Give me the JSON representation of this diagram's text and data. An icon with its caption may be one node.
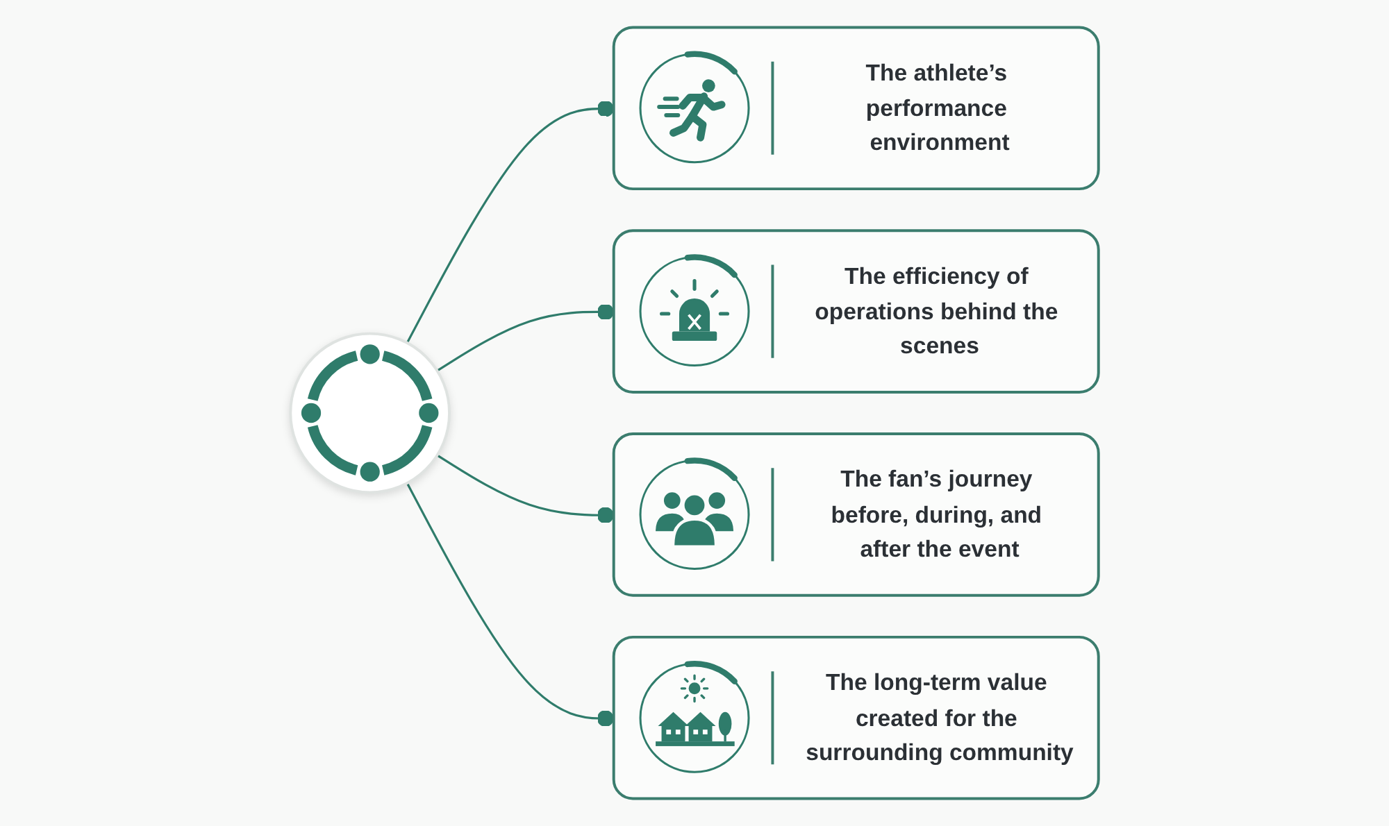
{
  "diagram": {
    "nodes": [
      {
        "text": [
          "The athlete’s performance environment"
        ]
      },
      {
        "text": [
          "The efficiency of operations behind the scenes"
        ]
      },
      {
        "text": [],
        "shape": "circle"
      },
      {
        "text": [
          "The fan’s journey before, during, and after the event"
        ]
      },
      {
        "text": [
          "The long-term value created for the surrounding community"
        ]
      }
    ],
    "edges": [
      {
        "from": 2,
        "to": 0,
        "arrow": "other"
      },
      {
        "from": 2,
        "to": 1,
        "arrow": "other"
      },
      {
        "from": 2,
        "to": 3,
        "arrow": "other"
      },
      {
        "from": 2,
        "to": 4,
        "arrow": "other"
      }
    ]
  }
}
